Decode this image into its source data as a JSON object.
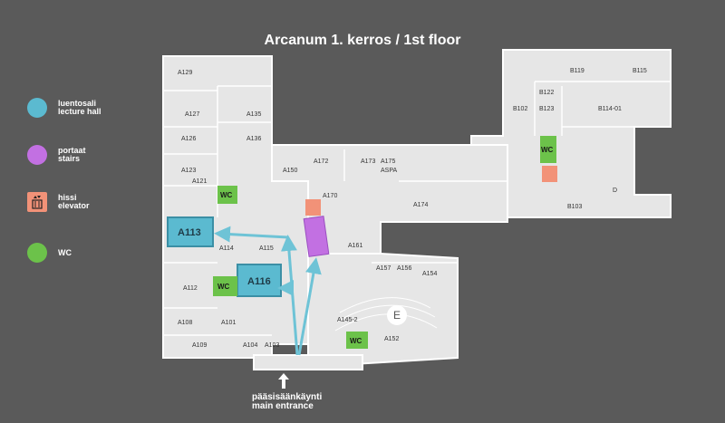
{
  "title": "Arcanum 1. kerros / 1st floor",
  "legend": [
    {
      "key": "lecture_hall",
      "fi": "luentosali",
      "en": "lecture hall",
      "color": "#5bbad0",
      "icon": "circle"
    },
    {
      "key": "stairs",
      "fi": "portaat",
      "en": "stairs",
      "color": "#c270e2",
      "icon": "circle"
    },
    {
      "key": "elevator",
      "fi": "hissi",
      "en": "elevator",
      "color": "#f29278",
      "icon": "elevator-icon"
    },
    {
      "key": "wc",
      "fi": "",
      "en": "WC",
      "color": "#6cc24a",
      "icon": "circle"
    }
  ],
  "entrance": {
    "fi": "pääsisäänkäynti",
    "en": "main entrance"
  },
  "highlighted_rooms": [
    {
      "id": "A113",
      "label": "A113"
    },
    {
      "id": "A116",
      "label": "A116"
    }
  ],
  "wc_labels": [
    "WC",
    "WC",
    "WC",
    "WC"
  ],
  "rooms": {
    "A129": "A129",
    "A127": "A127",
    "A126": "A126",
    "A123": "A123",
    "A121": "A121",
    "A135": "A135",
    "A136": "A136",
    "A150": "A150",
    "A172": "A172",
    "A173": "A173",
    "A175": "A175",
    "ASPA": "ASPA",
    "A170": "A170",
    "A174": "A174",
    "A161": "A161",
    "A114": "A114",
    "A115": "A115",
    "A112": "A112",
    "A108": "A108",
    "A101": "A101",
    "A109": "A109",
    "A104": "A104",
    "A103": "A103",
    "A157": "A157",
    "A156": "A156",
    "A154": "A154",
    "A145-2": "A145-2",
    "A152": "A152",
    "E": "E",
    "B119": "B119",
    "B115": "B115",
    "B122": "B122",
    "B102": "B102",
    "B123": "B123",
    "B114-01": "B114-01",
    "B103": "B103",
    "D": "D"
  },
  "colors": {
    "background": "#5a5a5a",
    "plan_fill": "#e6e6e6",
    "route": "#6ec3d6",
    "lecture_hall": "#5bbad0",
    "stairs": "#c270e2",
    "elevator": "#f29278",
    "wc": "#6cc24a"
  }
}
